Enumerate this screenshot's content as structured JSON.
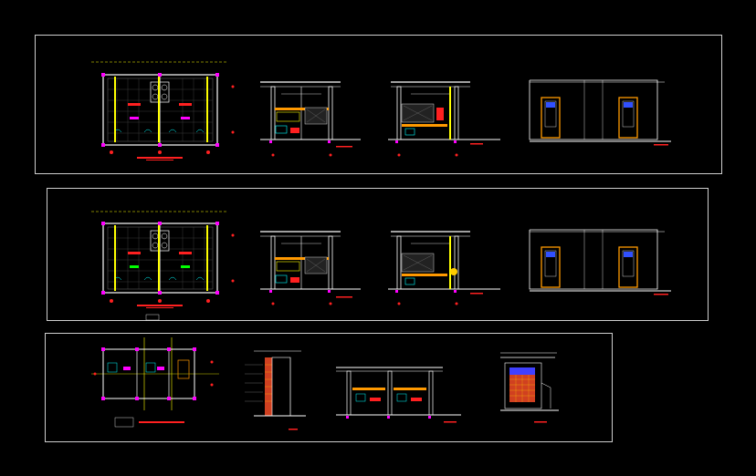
{
  "canvas": {
    "background": "#000000"
  },
  "colors": {
    "frame": "#cfcfcf",
    "wall": "#ffffff",
    "accent_yellow": "#ffff00",
    "accent_magenta": "#ff00ff",
    "accent_red": "#ff2020",
    "accent_orange": "#ff9900",
    "accent_cyan": "#00ffff",
    "accent_green": "#00ff00",
    "accent_brick": "#d04020",
    "hatch_blue": "#4040ff"
  },
  "sheets": [
    {
      "id": "sheet-1",
      "views": [
        "floor-plan",
        "section-a",
        "section-b",
        "elevation"
      ]
    },
    {
      "id": "sheet-2",
      "views": [
        "floor-plan",
        "section-a",
        "section-b",
        "elevation"
      ]
    },
    {
      "id": "sheet-3",
      "views": [
        "floor-plan",
        "wall-detail",
        "section",
        "brick-detail"
      ]
    }
  ],
  "labels": {
    "plan1_title": "",
    "plan2_title": "",
    "plan3_title": ""
  }
}
